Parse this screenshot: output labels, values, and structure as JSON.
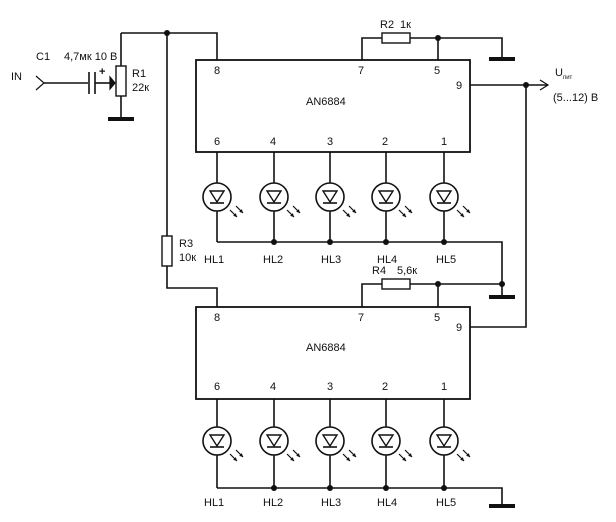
{
  "input": {
    "label": "IN"
  },
  "c1": {
    "ref": "C1",
    "value": "4,7мк 10 В",
    "polarity": "+"
  },
  "r1": {
    "ref": "R1",
    "value": "22к"
  },
  "r2": {
    "ref": "R2",
    "value": "1к"
  },
  "r3": {
    "ref": "R3",
    "value": "10к"
  },
  "r4": {
    "ref": "R4",
    "value": "5,6к"
  },
  "supply": {
    "label": "U",
    "sub": "пит",
    "range": "(5...12) В"
  },
  "chips": [
    {
      "title": "AN6884",
      "top_pins": [
        "8",
        "7",
        "5",
        "9"
      ],
      "bottom_pins": [
        "6",
        "4",
        "3",
        "2",
        "1"
      ],
      "leds": [
        "HL1",
        "HL2",
        "HL3",
        "HL4",
        "HL5"
      ]
    },
    {
      "title": "AN6884",
      "top_pins": [
        "8",
        "7",
        "5",
        "9"
      ],
      "bottom_pins": [
        "6",
        "4",
        "3",
        "2",
        "1"
      ],
      "leds": [
        "HL1",
        "HL2",
        "HL3",
        "HL4",
        "HL5"
      ]
    }
  ],
  "colors": {
    "ink": "#111111",
    "paper": "#ffffff"
  }
}
